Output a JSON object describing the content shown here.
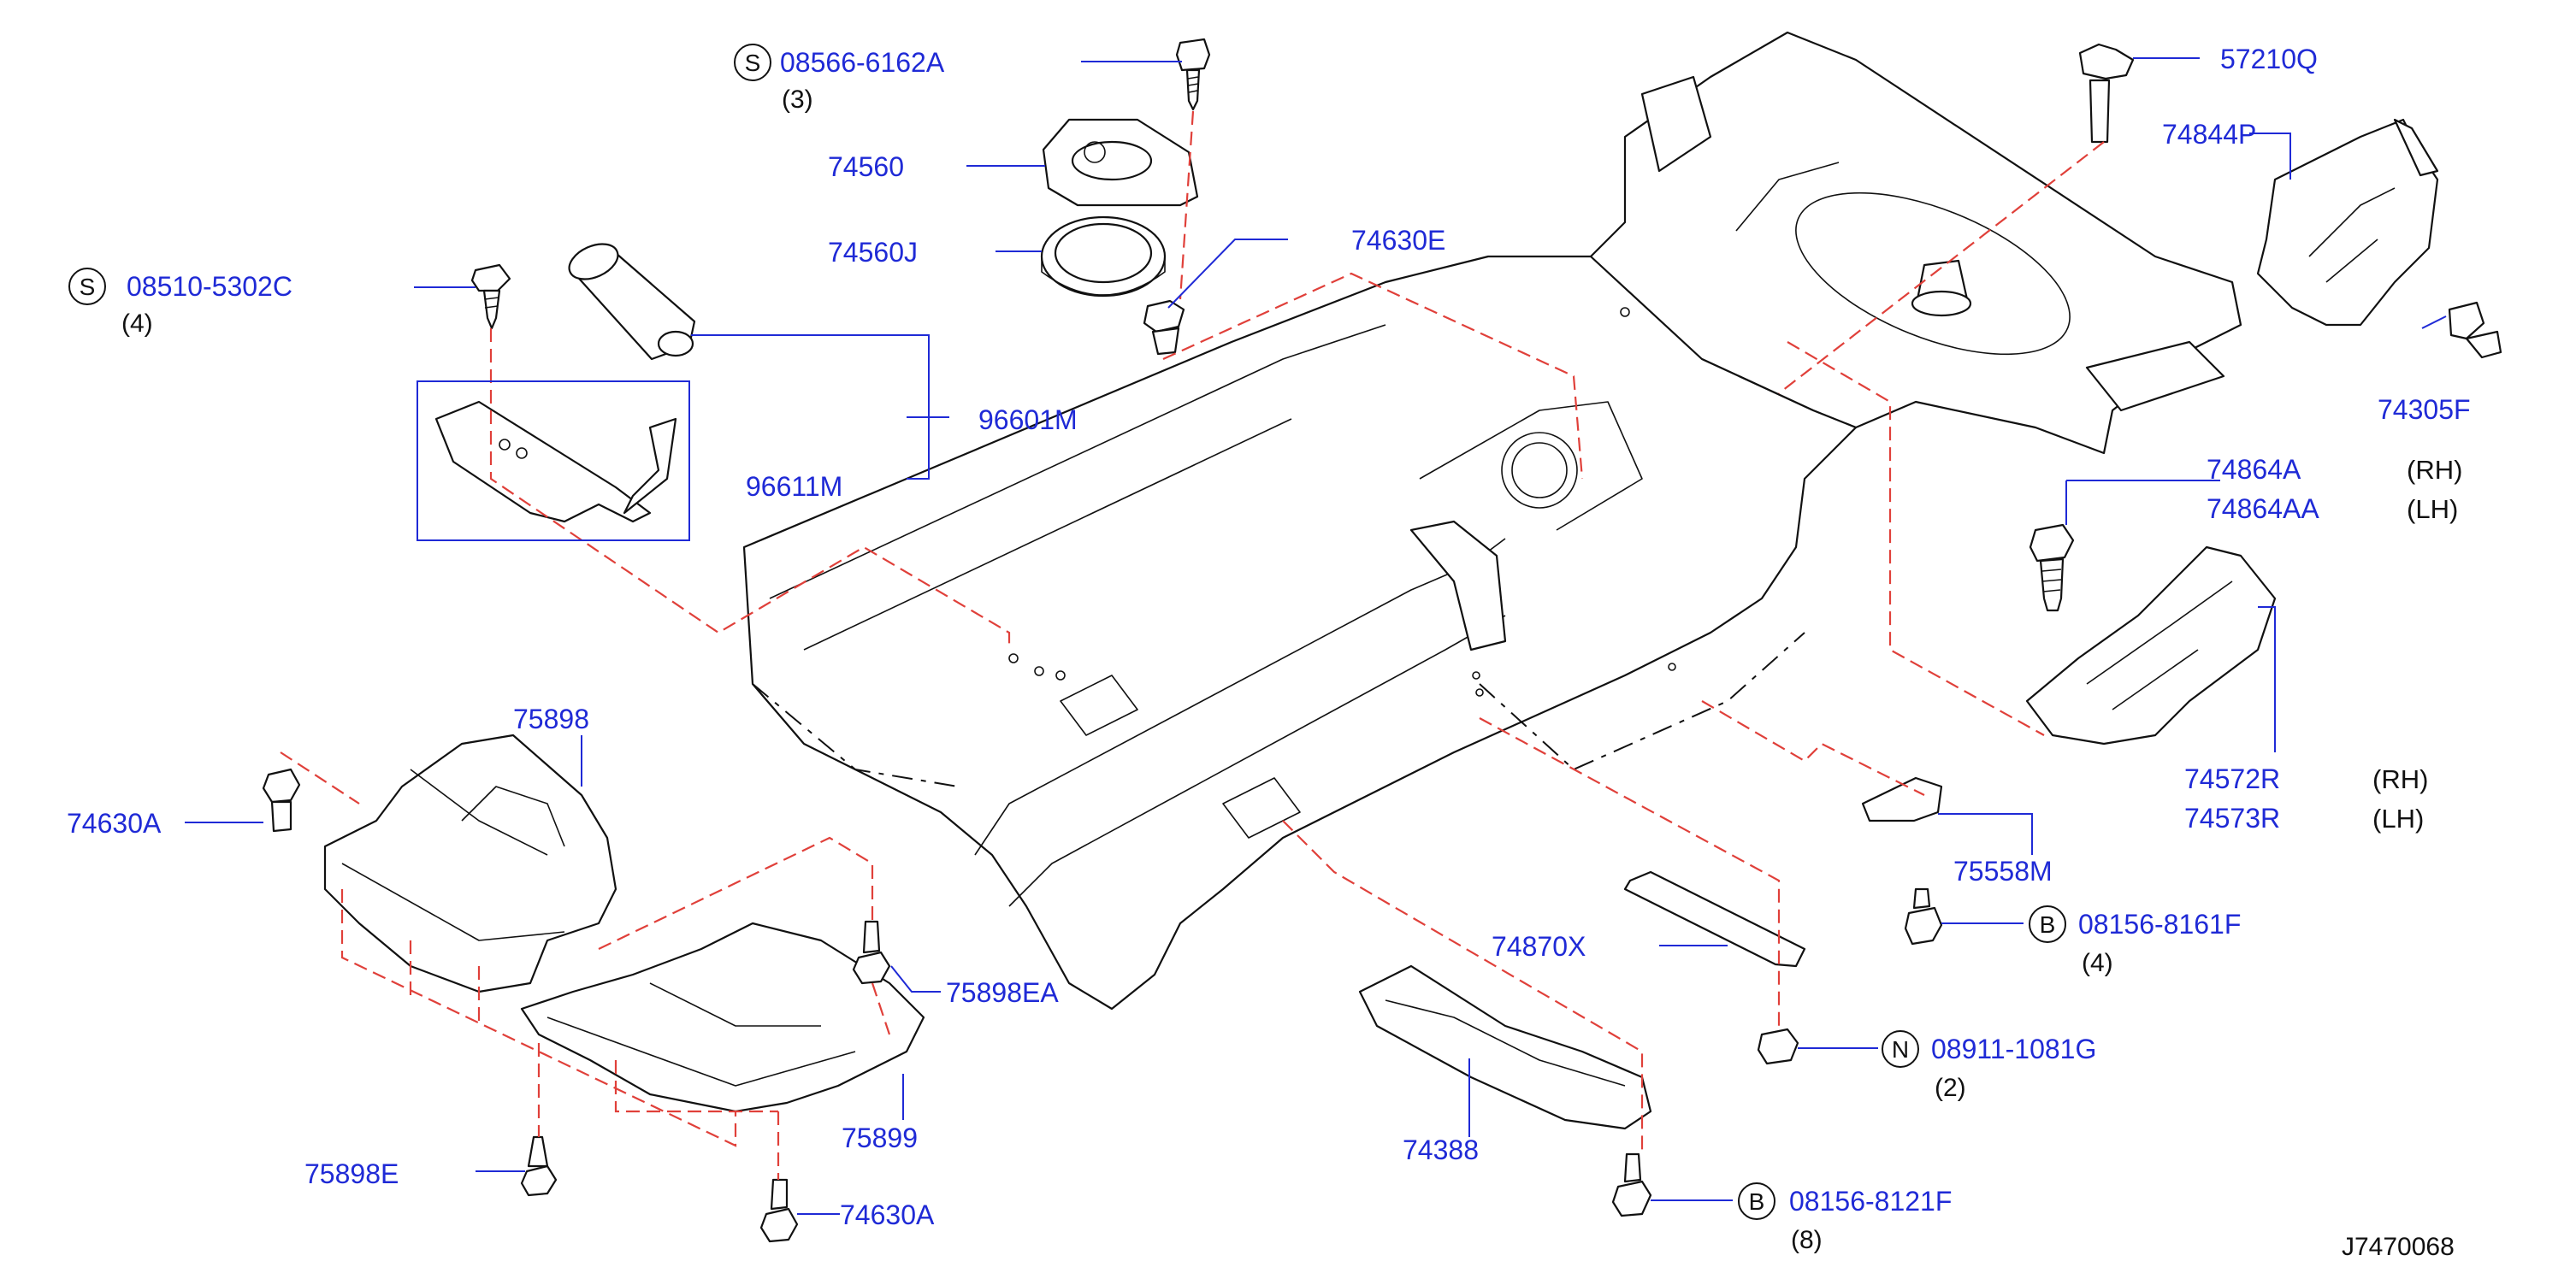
{
  "diagram": {
    "reference_code": "J7470068",
    "colors": {
      "label": "#1f2ad6",
      "leader": "#1f2ad6",
      "guide": "#e0403a",
      "ink": "#111111"
    },
    "parts": [
      {
        "number": "08566-6162A",
        "prefix": "S",
        "qty": "(3)"
      },
      {
        "number": "74560"
      },
      {
        "number": "74560J"
      },
      {
        "number": "74630E"
      },
      {
        "number": "08510-5302C",
        "prefix": "S",
        "qty": "(4)"
      },
      {
        "number": "96601M"
      },
      {
        "number": "96611M"
      },
      {
        "number": "57210Q"
      },
      {
        "number": "74844P"
      },
      {
        "number": "74305F"
      },
      {
        "number": "74864A",
        "side": "(RH)"
      },
      {
        "number": "74864AA",
        "side": "(LH)"
      },
      {
        "number": "74572R",
        "side": "(RH)"
      },
      {
        "number": "74573R",
        "side": "(LH)"
      },
      {
        "number": "75558M"
      },
      {
        "number": "08156-8161F",
        "prefix": "B",
        "qty": "(4)"
      },
      {
        "number": "74870X"
      },
      {
        "number": "08911-1081G",
        "prefix": "N",
        "qty": "(2)"
      },
      {
        "number": "74388"
      },
      {
        "number": "08156-8121F",
        "prefix": "B",
        "qty": "(8)"
      },
      {
        "number": "75898"
      },
      {
        "number": "74630A"
      },
      {
        "number": "75898EA"
      },
      {
        "number": "75899"
      },
      {
        "number": "75898E"
      },
      {
        "number": "74630A"
      }
    ]
  }
}
